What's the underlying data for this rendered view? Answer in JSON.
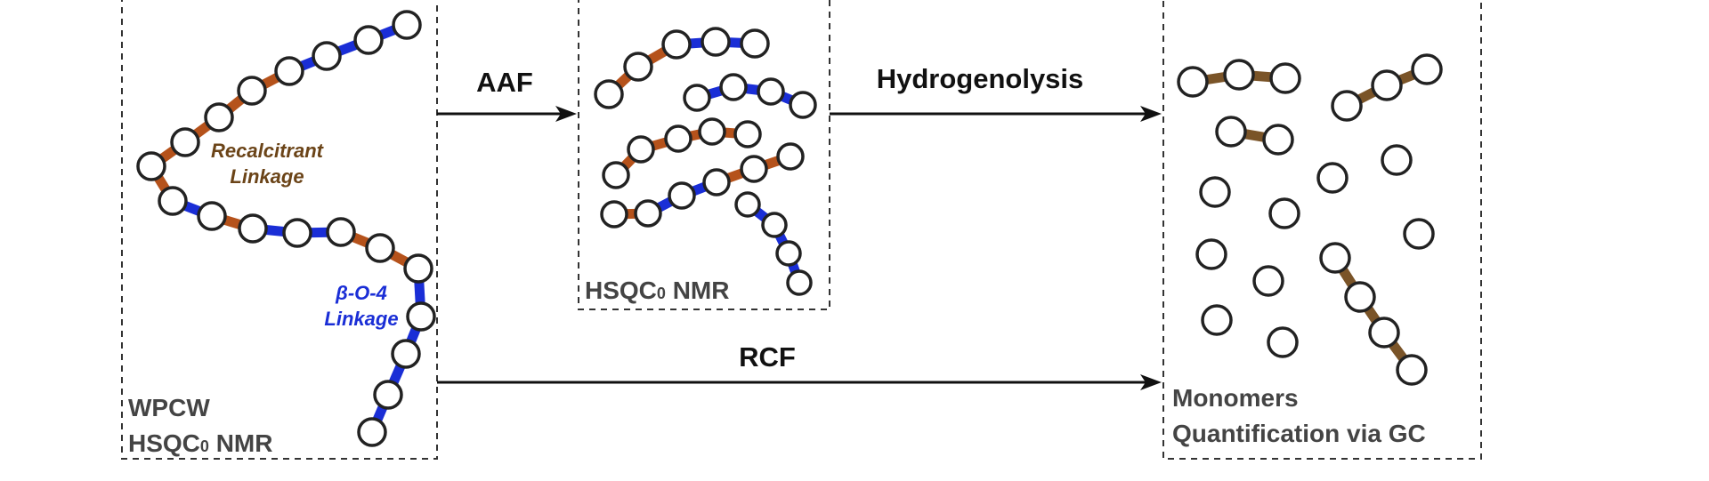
{
  "steps": {
    "aaf": "AAF",
    "hydrogenolysis": "Hydrogenolysis",
    "rcf": "RCF"
  },
  "boxes": {
    "wpcw": {
      "line1": "WPCW",
      "line2_main": "HSQC",
      "line2_sub": "0",
      "line2_end": " NMR"
    },
    "middle": {
      "main": "HSQC",
      "sub": "0",
      "end": " NMR"
    },
    "monomers": {
      "line1": "Monomers",
      "line2": "Quantification via GC"
    }
  },
  "linkages": {
    "recalcitrant_line1": "Recalcitrant",
    "recalcitrant_line2": "Linkage",
    "beta_line1": "β-O-4",
    "beta_line2": "Linkage"
  },
  "colors": {
    "beta_o_4": "#1a2ed6",
    "recalcitrant": "#b5521b",
    "monomer_bond": "#7a5428"
  }
}
